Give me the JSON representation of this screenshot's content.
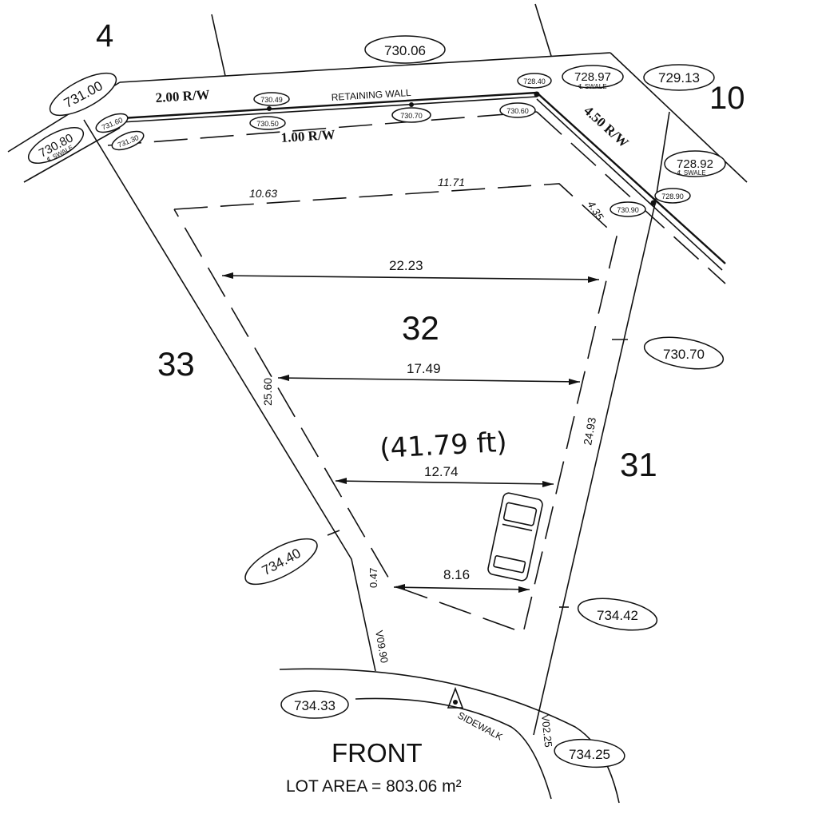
{
  "lots": {
    "main": "32",
    "left": "33",
    "right": "31",
    "top_left": "4",
    "top_right": "10"
  },
  "labels": {
    "front": "FRONT",
    "lot_area": "LOT AREA = 803.06 m²",
    "retaining_wall": "RETAINING WALL",
    "sidewalk": "SIDEWALK",
    "rw_top": "2.00 R/W",
    "rw_mid": "1.00 R/W",
    "rw_right": "4.50 R/W",
    "handwritten": "(41.79 ft)"
  },
  "dimensions": {
    "d1": "22.23",
    "d2": "17.49",
    "d3": "12.74",
    "d4": "8.16",
    "left_side": "25.60",
    "right_side": "24.93",
    "left_small": "0.47",
    "setback_a": "10.63",
    "setback_b": "11.71",
    "setback_c": "4.35",
    "front_left": "V09.90",
    "front_right": "V02.25"
  },
  "elevations": {
    "e1": "730.06",
    "e2": "731.00",
    "e3": "730.80",
    "e3_note": "℄ SWALE",
    "e4": "728.97",
    "e4_note": "℄ SWALE",
    "e5": "729.13",
    "e6": "728.92",
    "e6_note": "℄ SWALE",
    "e7": "730.70",
    "e8": "734.40",
    "e9": "734.42",
    "e10": "734.33",
    "e11": "734.25"
  },
  "small_elevations": {
    "s1": "731.60",
    "s2": "731.30",
    "s3": "730.49",
    "s4": "730.50",
    "s5": "730.70",
    "s6": "728.40",
    "s7": "730.60",
    "s8": "728.90",
    "s9": "730.90"
  }
}
